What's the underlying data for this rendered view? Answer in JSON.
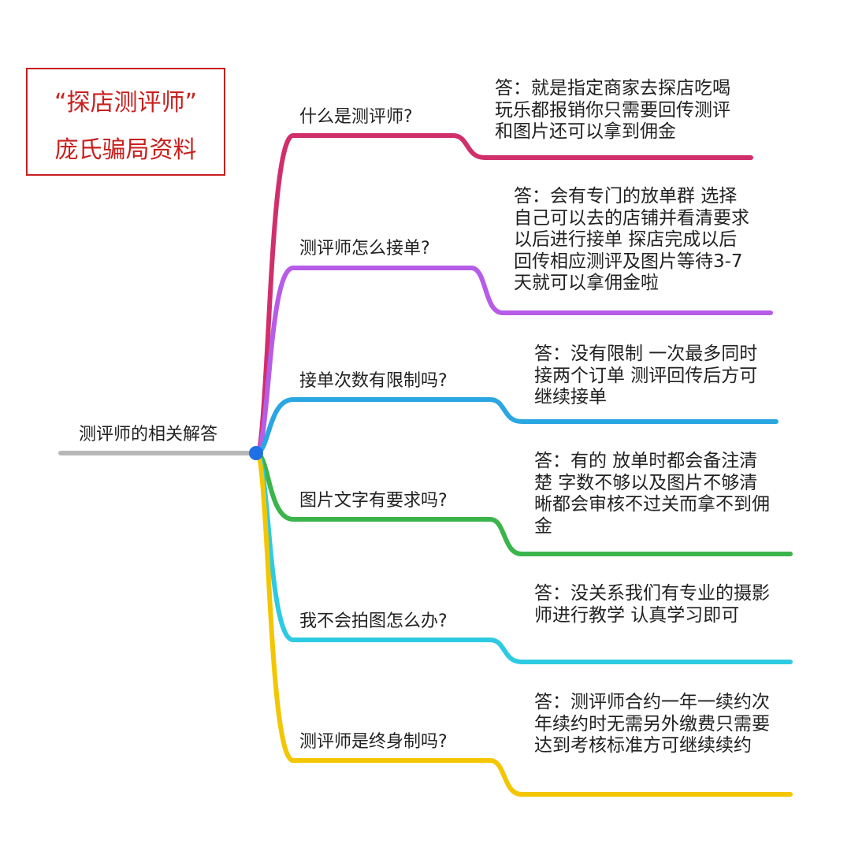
{
  "title_box": {
    "line1": "“探店测评师”",
    "line2": "庞氏骗局资料"
  },
  "root": {
    "label": "测评师的相关解答",
    "color": "#1f6fe5"
  },
  "branches": [
    {
      "question": "什么是测评师?",
      "answer": "答：就是指定商家去探店吃喝玩乐都报销你只需要回传测评和图片还可以拿到佣金",
      "color": "#d12f6b"
    },
    {
      "question": "测评师怎么接单?",
      "answer": "答：会有专门的放单群 选择自己可以去的店铺并看清要求以后进行接单 探店完成以后回传相应测评及图片等待3-7天就可以拿佣金啦",
      "color": "#b65ce8"
    },
    {
      "question": "接单次数有限制吗?",
      "answer": "答：没有限制 一次最多同时接两个订单 测评回传后方可继续接单",
      "color": "#2aa7e2"
    },
    {
      "question": "图片文字有要求吗?",
      "answer": "答：有的 放单时都会备注清楚 字数不够以及图片不够清晰都会审核不过关而拿不到佣金",
      "color": "#3bb54b"
    },
    {
      "question": "我不会拍图怎么办?",
      "answer": "答：没关系我们有专业的摄影师进行教学 认真学习即可",
      "color": "#2dcbe2"
    },
    {
      "question": "测评师是终身制吗?",
      "answer": "答：测评师合约一年一续约次年续约时无需另外缴费只需要达到考核标准方可继续续约",
      "color": "#f3c600"
    }
  ]
}
